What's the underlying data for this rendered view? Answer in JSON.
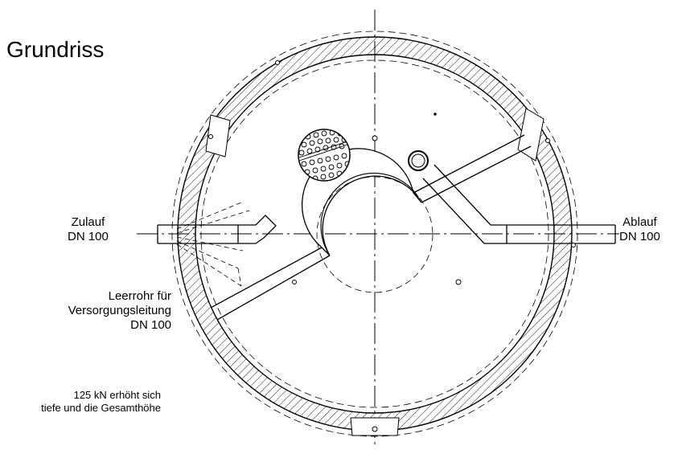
{
  "title": "Grundriss",
  "inlet": {
    "line1": "Zulauf",
    "line2": "DN 100"
  },
  "outlet": {
    "line1": "Ablauf",
    "line2": "DN 100"
  },
  "conduit": {
    "line1": "Leerrohr für",
    "line2": "Versorgungsleitung",
    "line3": "DN 100"
  },
  "note": {
    "line1": "125 kN erhöht sich",
    "line2": "tiefe und die Gesamthöhe"
  }
}
